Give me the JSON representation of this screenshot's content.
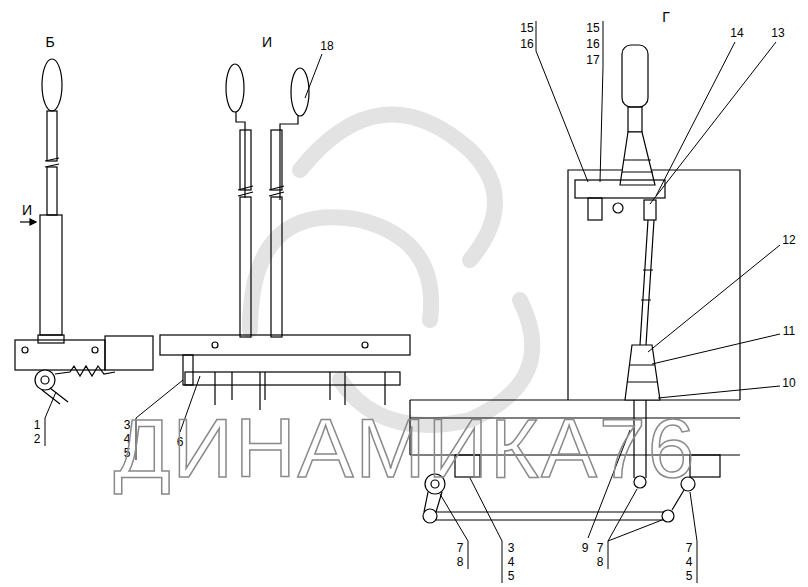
{
  "diagram": {
    "labels": [
      "Б",
      "И",
      "И",
      "18",
      "Г",
      "15",
      "16",
      "15",
      "16",
      "17",
      "14",
      "13",
      "12",
      "11",
      "10",
      "1",
      "2",
      "3",
      "4",
      "5",
      "6",
      "7",
      "8",
      "3",
      "4",
      "5",
      "9",
      "7",
      "8",
      "7",
      "4",
      "5",
      "ДИНАМИКА76"
    ]
  }
}
